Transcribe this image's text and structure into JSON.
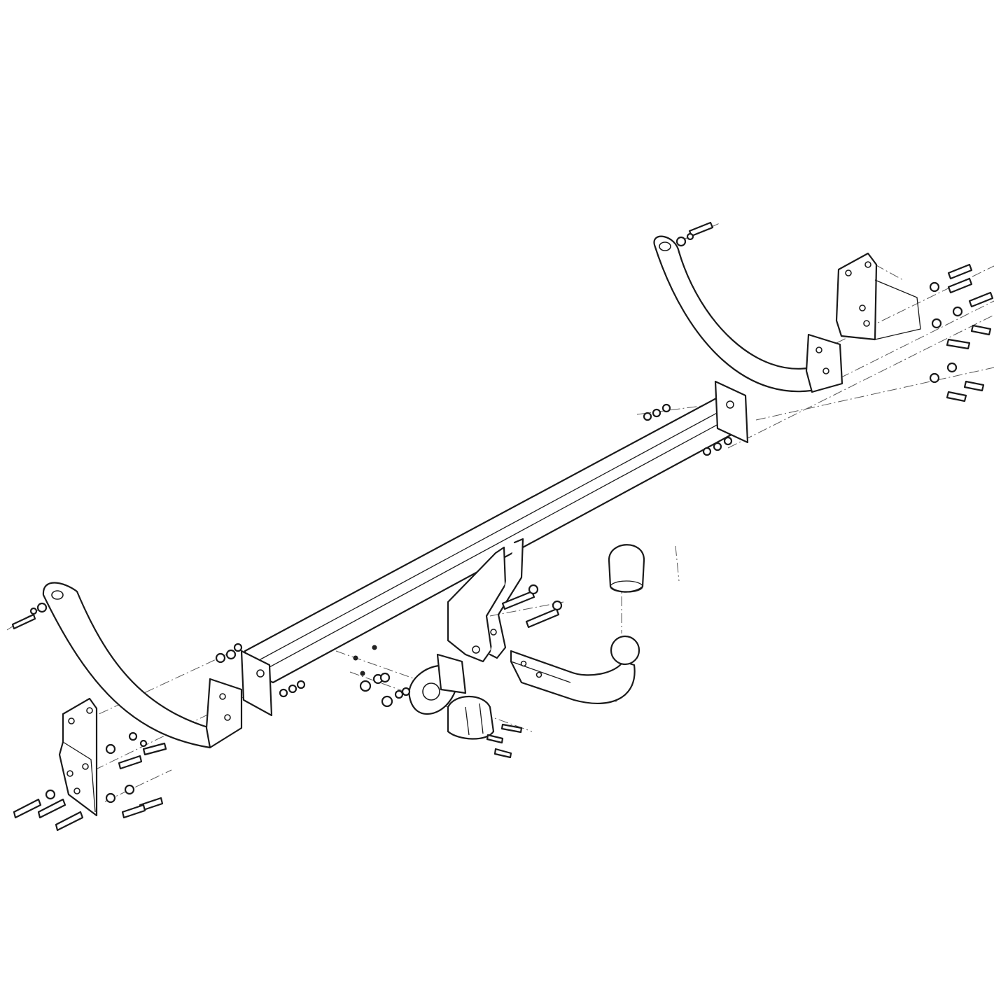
{
  "diagram": {
    "kind": "exploded-assembly-line-drawing",
    "colors": {
      "line": "#1a1a1a",
      "axis": "#555555",
      "background": "#ffffff"
    },
    "components": [
      "left-bracket",
      "left-mounting-plate",
      "right-bracket",
      "right-mounting-plate",
      "crossbar",
      "center-bracket",
      "towball-neck",
      "towball-cap",
      "socket-plate",
      "electrical-socket"
    ]
  }
}
